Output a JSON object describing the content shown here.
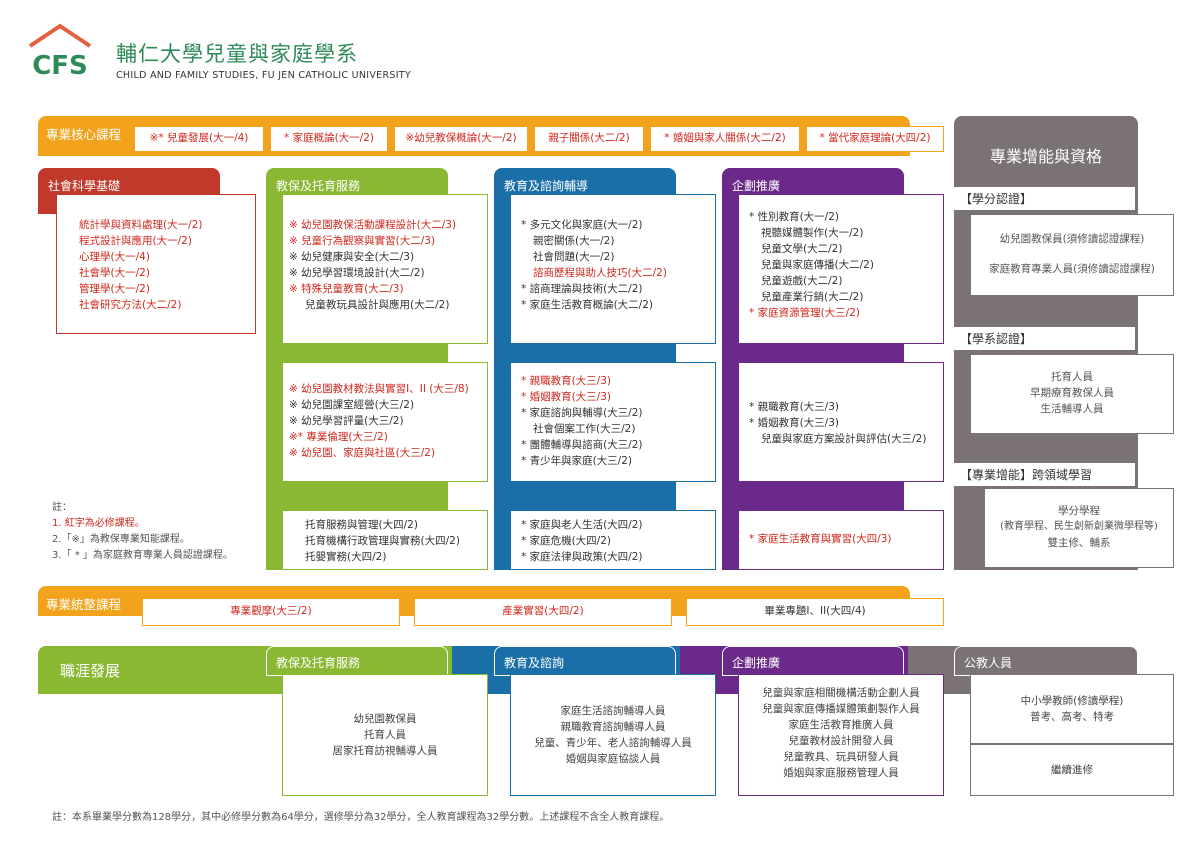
{
  "header": {
    "logo_text": "CFS",
    "title": "輔仁大學兒童與家庭學系",
    "subtitle": "CHILD AND FAMILY STUDIES, FU JEN CATHOLIC UNIVERSITY"
  },
  "colors": {
    "orange": "#f2a31b",
    "red": "#c0392b",
    "green": "#8ab833",
    "blue": "#1a6fa8",
    "purple": "#6b2a8a",
    "gray": "#7b7373"
  },
  "core": {
    "label": "專業核心課程",
    "items": [
      "※* 兒童發展(大一/4)",
      "* 家庭概論(大一/2)",
      "※幼兒教保概論(大一/2)",
      "親子關係(大二/2)",
      "* 婚姻與家人關係(大二/2)",
      "* 當代家庭理論(大四/2)"
    ]
  },
  "social": {
    "label": "社會科學基礎",
    "items": [
      "統計學與資料處理(大一/2)",
      "程式設計與應用(大一/2)",
      "心理學(大一/4)",
      "社會學(大一/2)",
      "管理學(大一/2)",
      "社會研究方法(大二/2)"
    ]
  },
  "care": {
    "label": "教保及托育服務",
    "box1": [
      "※ 幼兒園教保活動課程設計(大二/3)",
      "※ 兒童行為觀察與實習(大二/3)",
      "※ 幼兒健康與安全(大二/3)",
      "※ 幼兒學習環境設計(大二/2)",
      "※ 特殊兒童教育(大二/3)",
      "兒童教玩具設計與應用(大二/2)"
    ],
    "box2": [
      "※ 幼兒園教材教法與實習I、II (大三/8)",
      "※ 幼兒園課室經營(大三/2)",
      "※ 幼兒學習評量(大三/2)",
      "※* 專業倫理(大三/2)",
      "※ 幼兒園、家庭與社區(大三/2)"
    ],
    "box3": [
      "托育服務與管理(大四/2)",
      "托育機構行政管理與實務(大四/2)",
      "托嬰實務(大四/2)"
    ]
  },
  "counsel": {
    "label": "教育及諮詢輔導",
    "box1": [
      "* 多元文化與家庭(大一/2)",
      "親密關係(大一/2)",
      "社會問題(大一/2)",
      "諮商歷程與助人技巧(大二/2)",
      "* 諮商理論與技術(大二/2)",
      "* 家庭生活教育概論(大二/2)"
    ],
    "box2": [
      "* 親職教育(大三/3)",
      "* 婚姻教育(大三/3)",
      "* 家庭諮詢與輔導(大三/2)",
      "社會個案工作(大三/2)",
      "* 團體輔導與諮商(大三/2)",
      "* 青少年與家庭(大三/2)"
    ],
    "box3": [
      "* 家庭與老人生活(大四/2)",
      "* 家庭危機(大四/2)",
      "* 家庭法律與政策(大四/2)"
    ]
  },
  "planning": {
    "label": "企劃推廣",
    "box1": [
      "* 性別教育(大一/2)",
      "視聽媒體製作(大一/2)",
      "兒童文學(大二/2)",
      "兒童與家庭傳播(大二/2)",
      "兒童遊戲(大二/2)",
      "兒童產業行銷(大二/2)",
      "* 家庭資源管理(大三/2)"
    ],
    "box2": [
      "* 親職教育(大三/3)",
      "* 婚姻教育(大三/3)",
      "兒童與家庭方案設計與評估(大三/2)"
    ],
    "box3": [
      "* 家庭生活教育與實習(大四/3)"
    ]
  },
  "right": {
    "title": "專業增能與資格",
    "sec1_label": "【學分認證】",
    "sec1_items": [
      "幼兒園教保員(須修讀認證課程)",
      "家庭教育專業人員(須修讀認證課程)"
    ],
    "sec2_label": "【學系認證】",
    "sec2_items": [
      "托育人員",
      "早期療育教保人員",
      "生活輔導人員"
    ],
    "sec3_label": "【專業增能】跨領域學習",
    "sec3_items": [
      "學分學程",
      "(教育學程、民生創新創業微學程等)",
      "雙主修、輔系"
    ]
  },
  "notes": {
    "title": "註：",
    "items": [
      "1. 紅字為必修課程。",
      "2.「※」為教保專業知能課程。",
      "3.「 * 」為家庭教育專業人員認證課程。"
    ]
  },
  "integration": {
    "label": "專業統整課程",
    "items": [
      "專業觀摩(大三/2)",
      "產業實習(大四/2)",
      "畢業專題I、II(大四/4)"
    ]
  },
  "career": {
    "label": "職涯發展",
    "care_label": "教保及托育服務",
    "care_items": [
      "幼兒園教保員",
      "托育人員",
      "居家托育訪視輔導人員"
    ],
    "counsel_label": "教育及諮詢",
    "counsel_items": [
      "家庭生活諮詢輔導人員",
      "親職教育諮詢輔導人員",
      "兒童、青少年、老人諮詢輔導人員",
      "婚姻與家庭協談人員"
    ],
    "planning_label": "企劃推廣",
    "planning_items": [
      "兒童與家庭相關機構活動企劃人員",
      "兒童與家庭傳播媒體策劃製作人員",
      "家庭生活教育推廣人員",
      "兒童教材設計開發人員",
      "兒童教具、玩具研發人員",
      "婚姻與家庭服務管理人員"
    ],
    "public_label": "公教人員",
    "public_items": [
      "中小學教師(修讀學程)",
      "普考、高考、特考"
    ],
    "further": "繼續進修"
  },
  "footer": "註：本系畢業學分數為128學分，其中必修學分數為64學分，選修學分為32學分，全人教育課程為32學分數。上述課程不含全人教育課程。"
}
